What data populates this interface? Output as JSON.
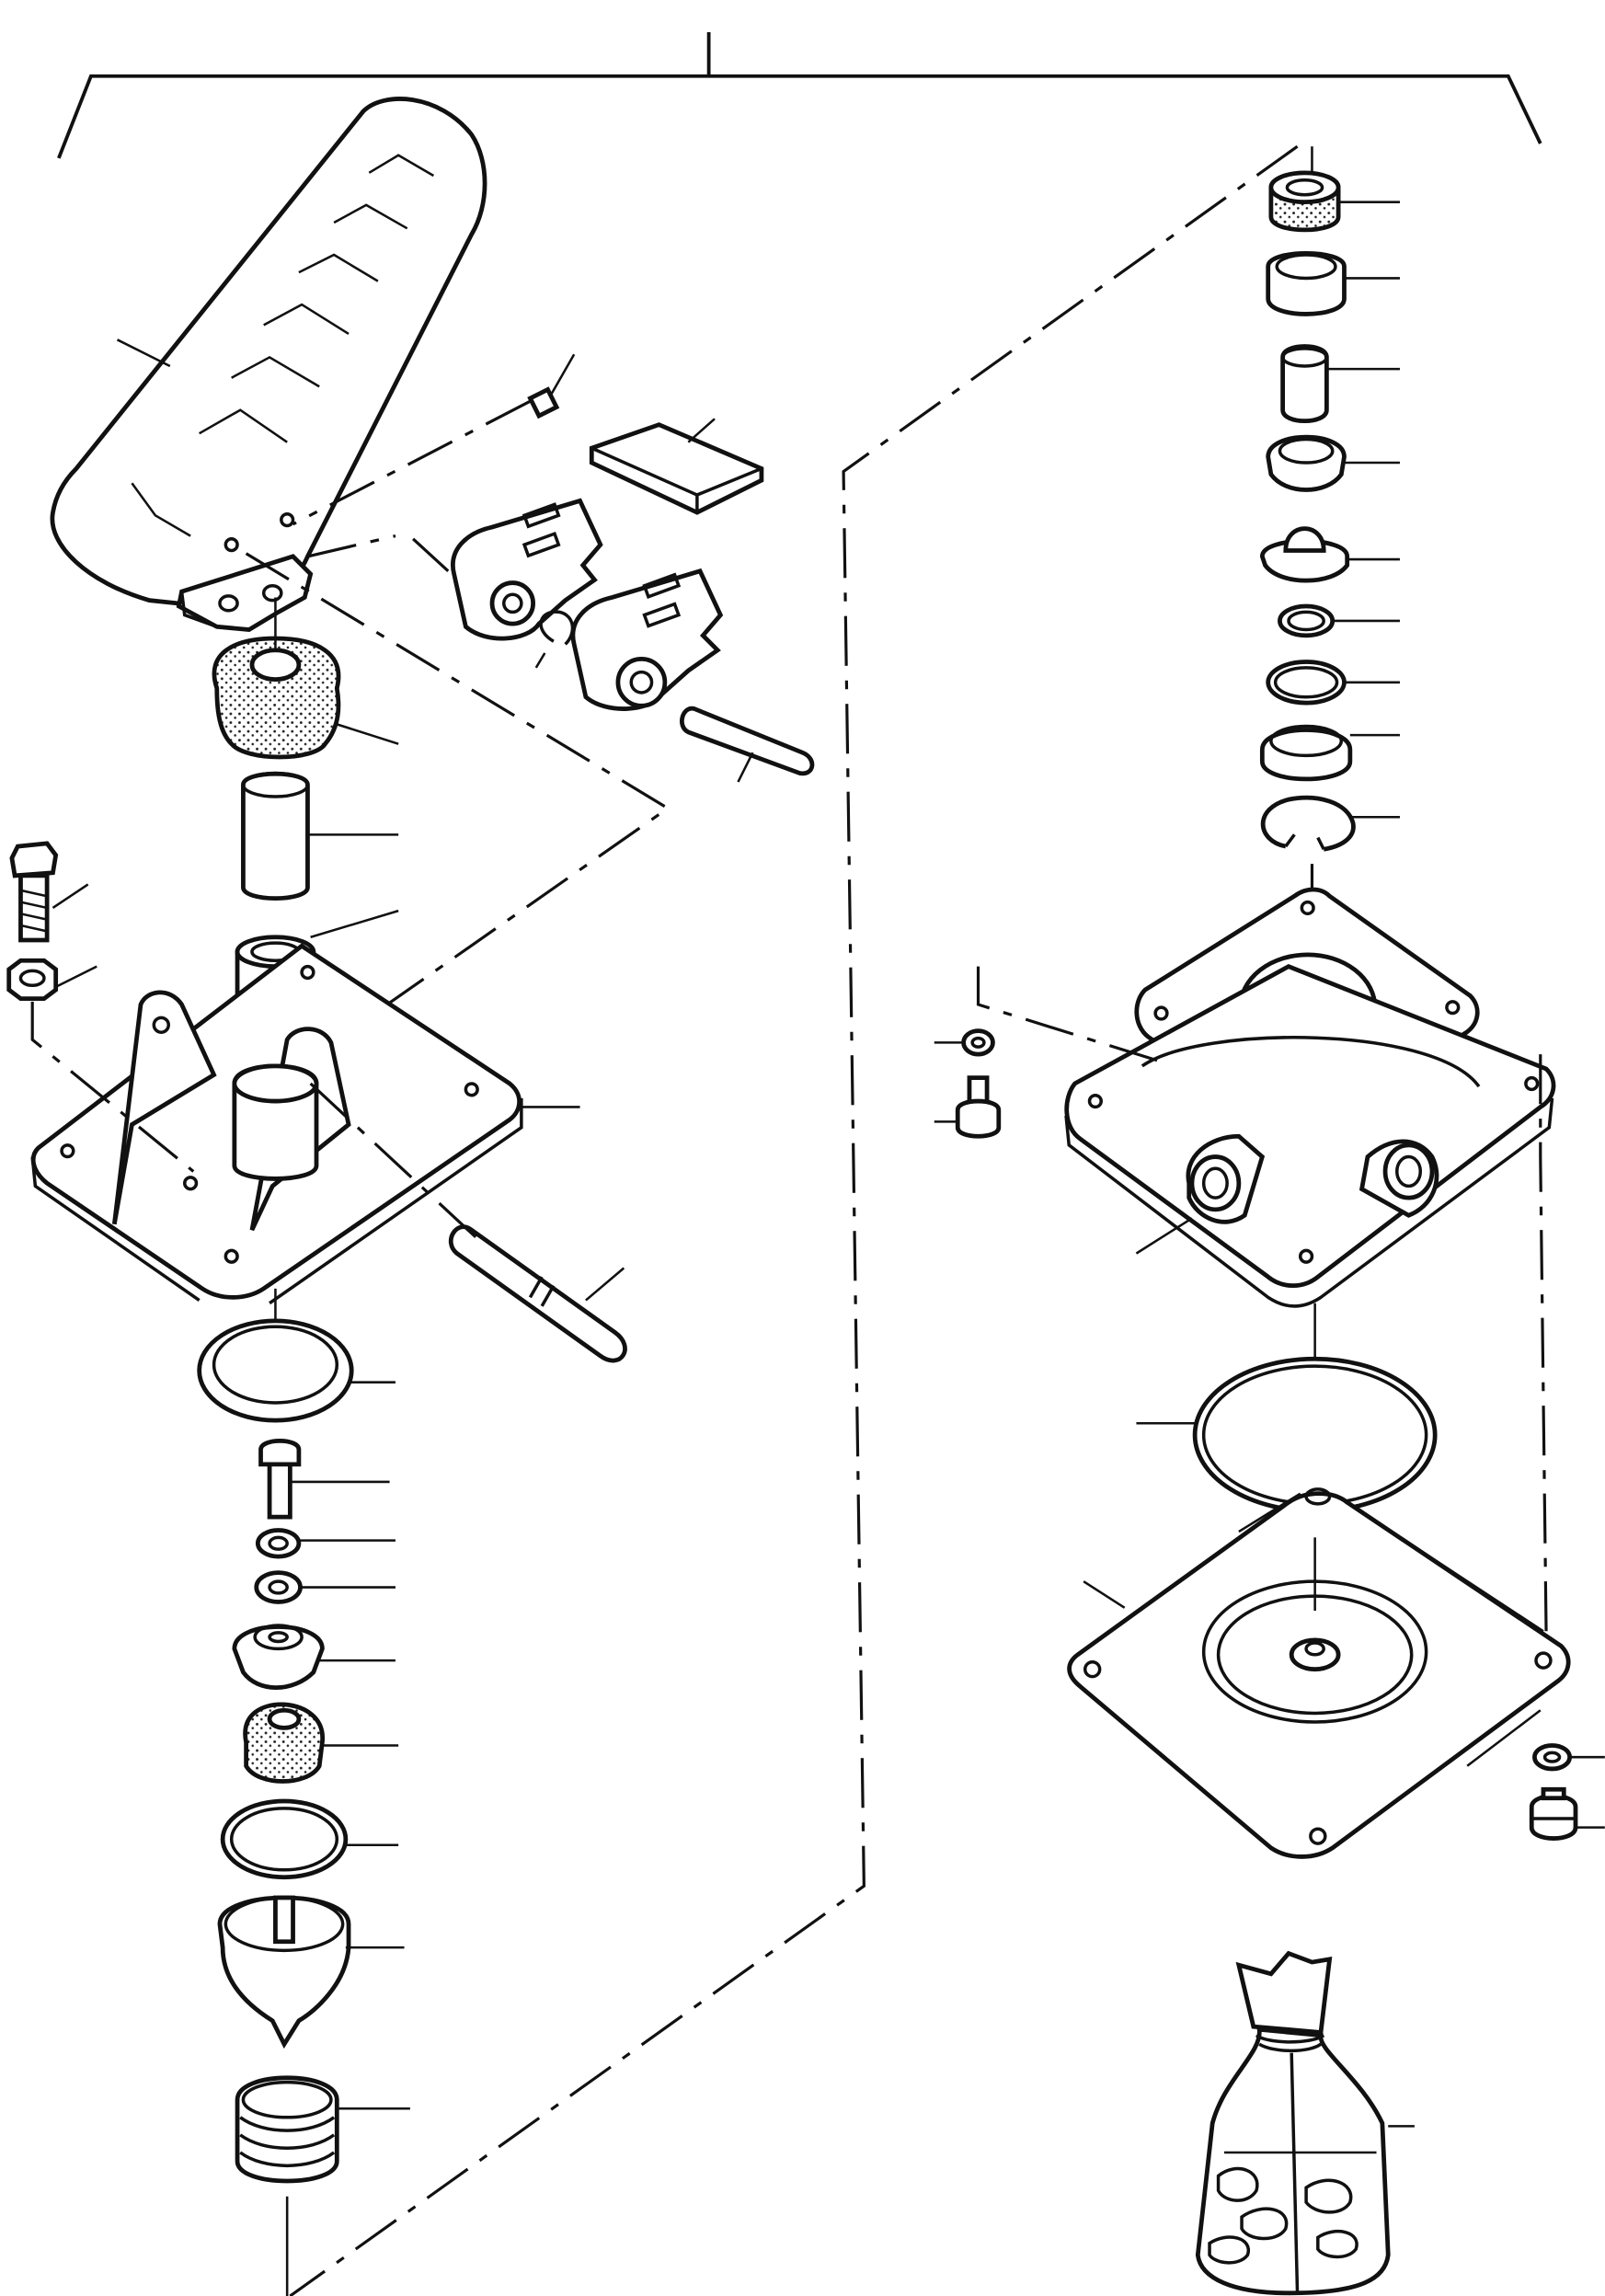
{
  "figure": {
    "caption": "",
    "view": "exploded-parts-view",
    "groups": [
      "pedal-assembly",
      "valve-body-assembly",
      "repair-kit-bag"
    ]
  },
  "colors": {
    "line": "#111111",
    "background": "#ffffff"
  }
}
